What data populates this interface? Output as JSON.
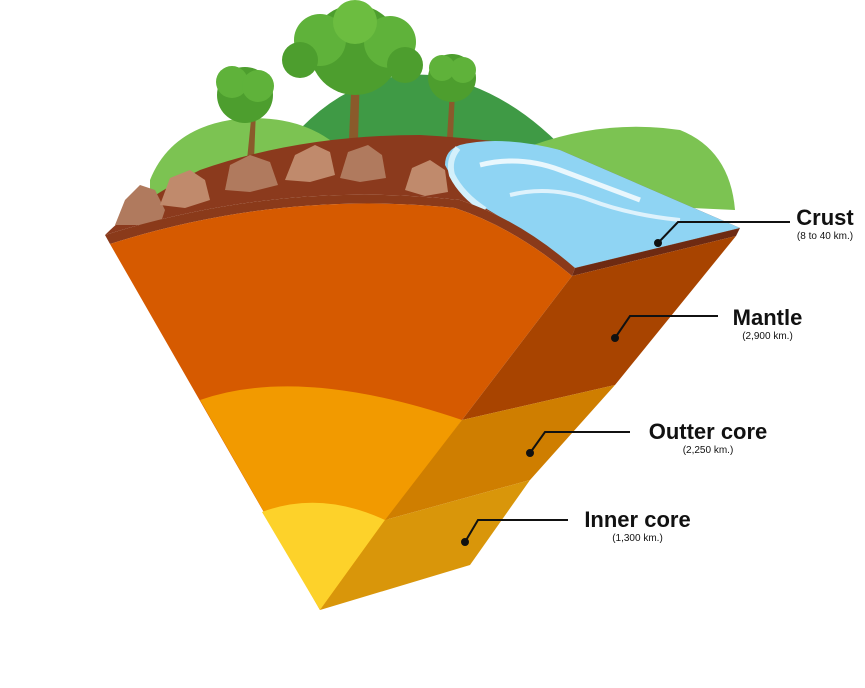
{
  "layers": [
    {
      "id": "crust",
      "name": "Crust",
      "depth": "(8 to 40 km.)"
    },
    {
      "id": "mantle",
      "name": "Mantle",
      "depth": "(2,900 km.)"
    },
    {
      "id": "outer_core",
      "name": "Outter core",
      "depth": "(2,250 km.)"
    },
    {
      "id": "inner_core",
      "name": "Inner core",
      "depth": "(1,300 km.)"
    }
  ],
  "colors": {
    "crust": "#8a3a1a",
    "mantle_front": "#d65a00",
    "mantle_side": "#a84400",
    "outer_core_front": "#f29a00",
    "outer_core_side": "#cf7e00",
    "inner_core_front": "#fdd22a",
    "inner_core_side": "#d9960a",
    "water": "#8fd4f3",
    "grass": "#7cc352",
    "hill": "#3f9a45",
    "tree_foliage": "#4d9e2e",
    "rock": "#b07a5e"
  }
}
